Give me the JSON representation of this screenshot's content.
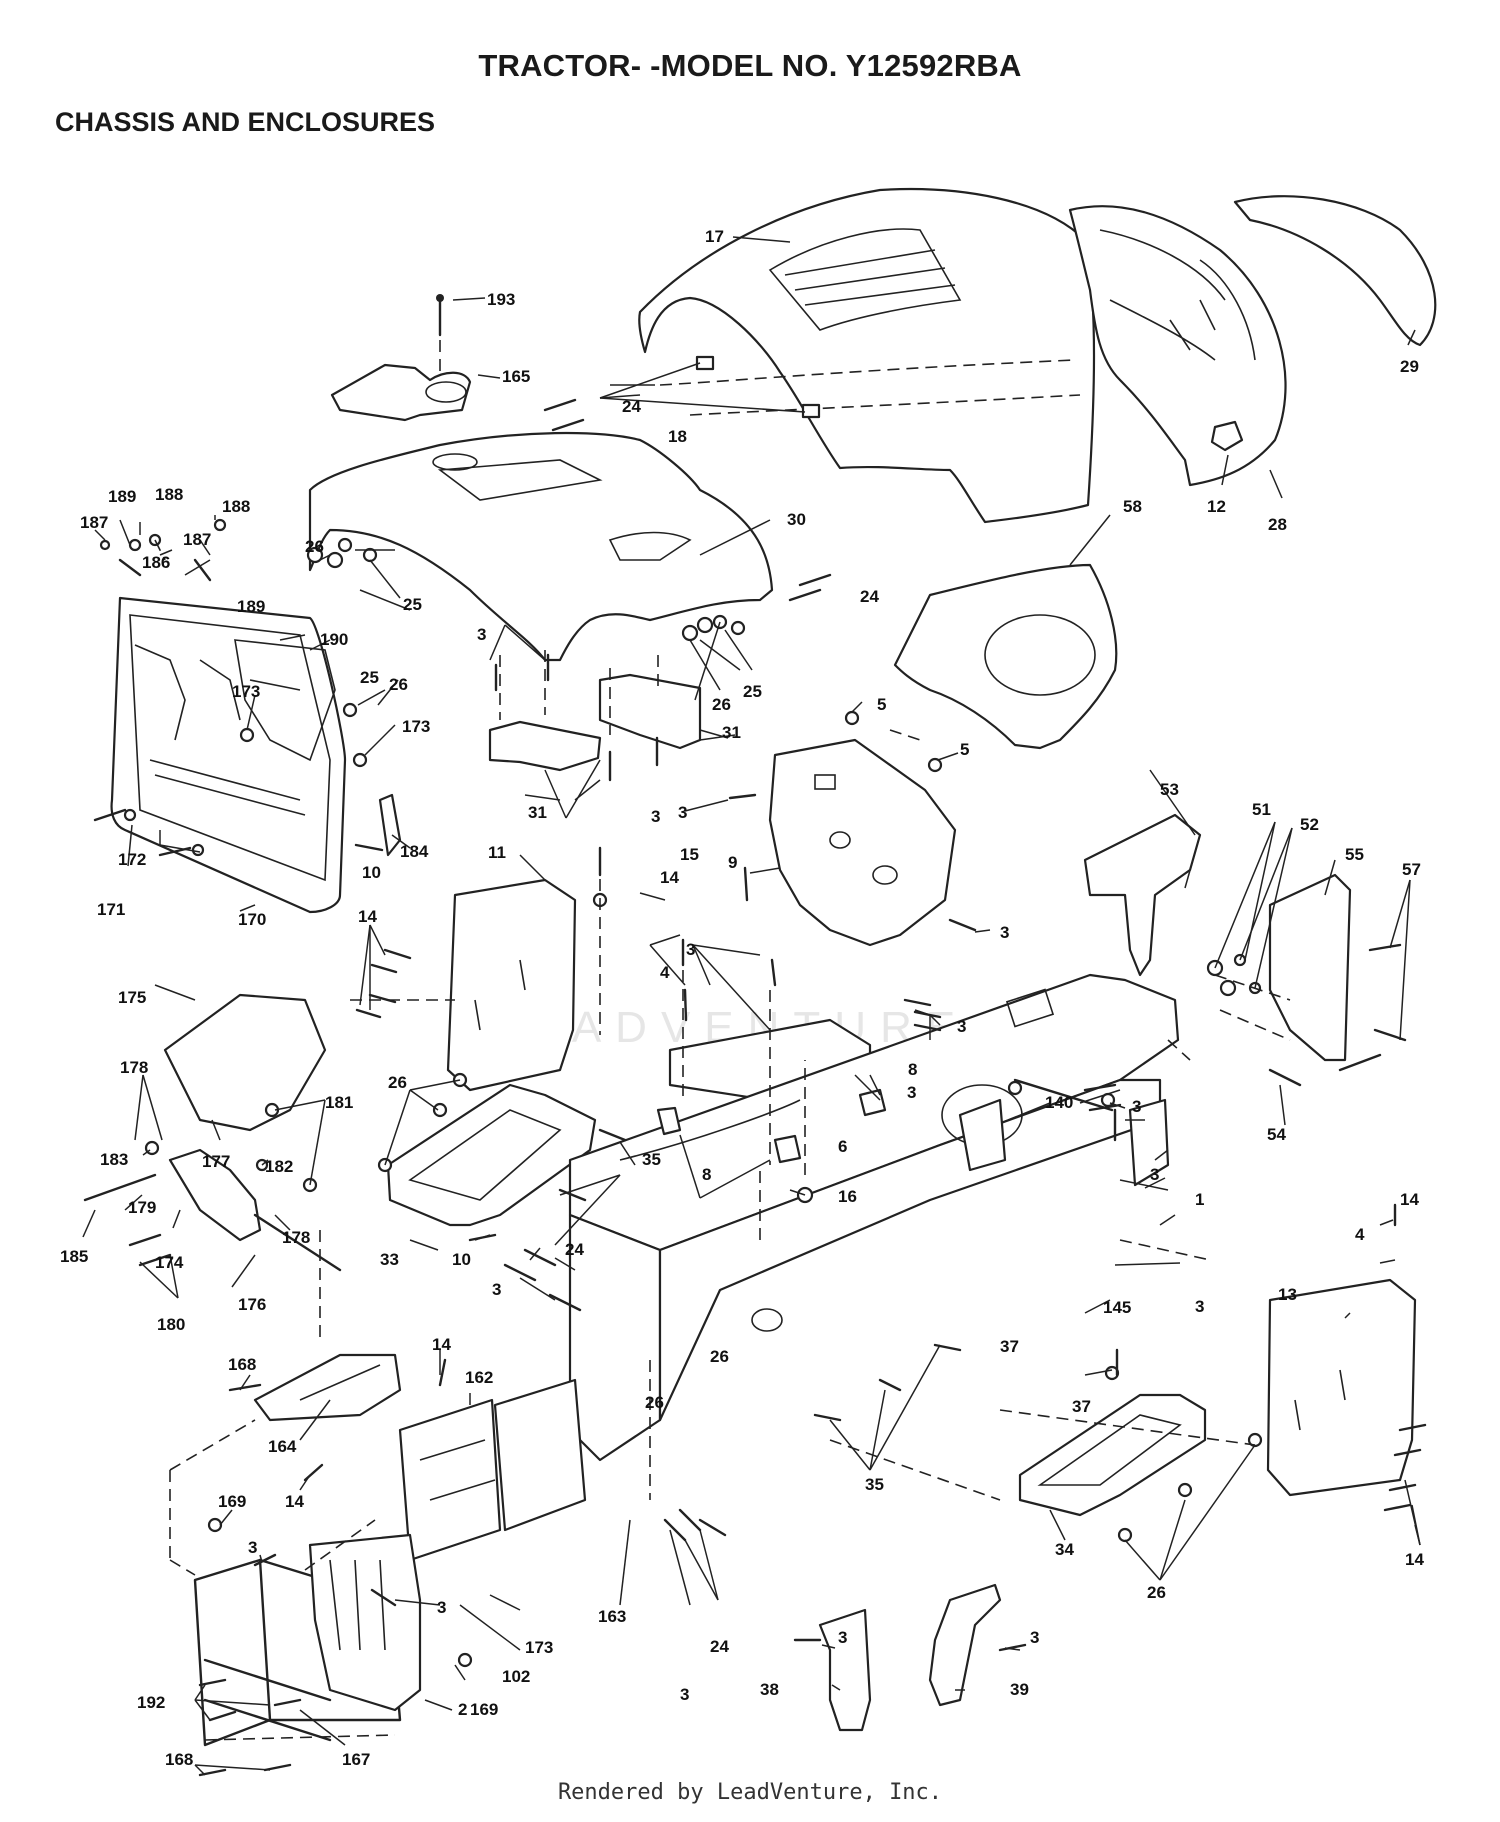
{
  "title": "TRACTOR- -MODEL NO. Y12592RBA",
  "section": "CHASSIS AND ENCLOSURES",
  "footer": "Rendered by LeadVenture, Inc.",
  "watermark": "LEADVENTURE",
  "callouts": [
    "1",
    "2",
    "3",
    "4",
    "5",
    "6",
    "8",
    "9",
    "10",
    "11",
    "12",
    "13",
    "14",
    "15",
    "16",
    "17",
    "18",
    "24",
    "25",
    "26",
    "28",
    "29",
    "30",
    "31",
    "33",
    "34",
    "35",
    "37",
    "38",
    "39",
    "51",
    "52",
    "53",
    "54",
    "55",
    "57",
    "58",
    "102",
    "140",
    "145",
    "162",
    "163",
    "164",
    "165",
    "167",
    "168",
    "169",
    "170",
    "171",
    "172",
    "173",
    "174",
    "175",
    "176",
    "177",
    "178",
    "179",
    "180",
    "181",
    "182",
    "183",
    "184",
    "185",
    "186",
    "187",
    "188",
    "189",
    "190",
    "192",
    "193"
  ]
}
